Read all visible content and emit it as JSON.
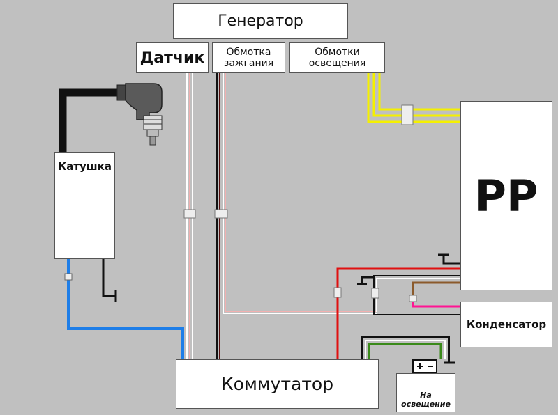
{
  "diagram": {
    "blocks": {
      "generator": "Генератор",
      "sensor": "Датчик",
      "ignition_winding": "Обмотка зажгания",
      "lighting_windings": "Обмотки освещения",
      "coil": "Катушка",
      "regulator": "РР",
      "capacitor": "Конденсатор",
      "commutator": "Коммутатор",
      "to_lighting": "На освещение"
    },
    "battery_symbol": "+ −",
    "wire_colors": {
      "black": "#111111",
      "red": "#e01010",
      "blue": "#1e7ee8",
      "yellow": "#f5f000",
      "brown": "#8b5a2b",
      "pink": "#ff1493",
      "green": "#3a8a1a",
      "white": "#ffffff",
      "pinkish": "#f2b0b0",
      "background": "#c0c0c0"
    }
  }
}
